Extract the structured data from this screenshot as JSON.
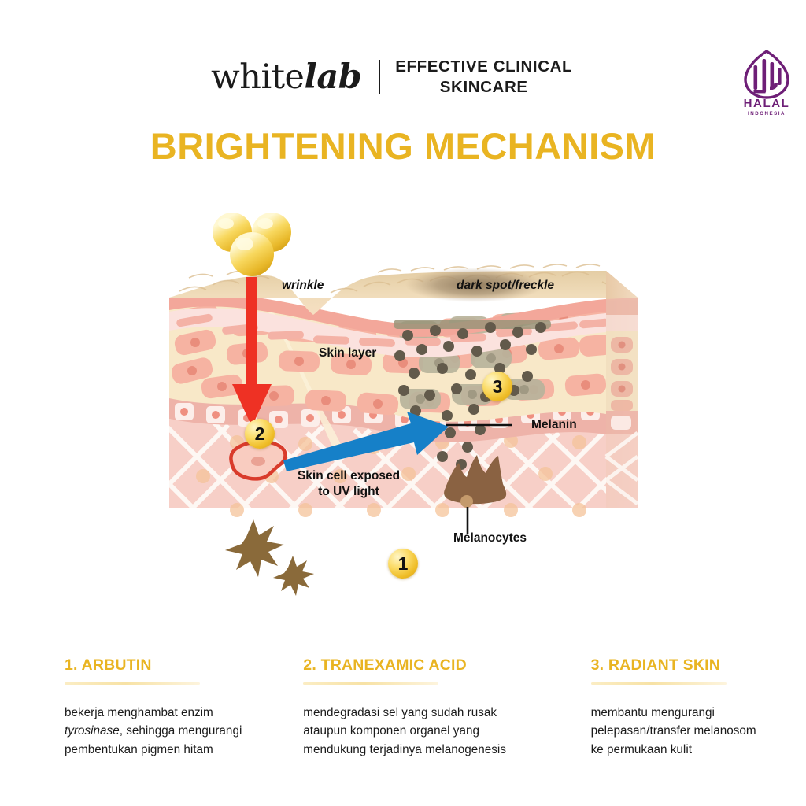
{
  "header": {
    "brand_white": "white",
    "brand_lab": "lab",
    "tagline": "EFFECTIVE CLINICAL\nSKINCARE",
    "halal": {
      "word": "HALAL",
      "sub": "INDONESIA",
      "color": "#6e1f77"
    }
  },
  "title": "BRIGHTENING MECHANISM",
  "colors": {
    "gold": "#E9B422",
    "red_arrow": "#EE3124",
    "blue_arrow": "#1680C8",
    "melanin_dot": "#6d6354",
    "melanocyte": "#8a6242",
    "dermis_pink": "#f6cdc4",
    "epidermis_cream": "#f7e7c6",
    "surface_tan": "#e9d3ad"
  },
  "diagram": {
    "labels": {
      "wrinkle": "wrinkle",
      "dark_spot": "dark spot/freckle",
      "skin_layer": "Skin layer",
      "melanin": "Melanin",
      "melanocytes": "Melanocytes",
      "uv_cell": "Skin cell exposed\nto UV light"
    },
    "badges": [
      {
        "number": "1"
      },
      {
        "number": "2"
      },
      {
        "number": "3"
      }
    ]
  },
  "sections": [
    {
      "title": "1. ARBUTIN",
      "body_pre": "bekerja menghambat enzim\n",
      "body_italic": "tyrosinase",
      "body_post": ", sehingga mengurangi\npembentukan pigmen hitam"
    },
    {
      "title": "2. TRANEXAMIC ACID",
      "body_pre": "mendegradasi sel yang sudah rusak\nataupun komponen organel yang\nmendukung terjadinya melanogenesis",
      "body_italic": "",
      "body_post": ""
    },
    {
      "title": "3. RADIANT SKIN",
      "body_pre": "membantu mengurangi\npelepasan/transfer melanosom\nke permukaan kulit",
      "body_italic": "",
      "body_post": ""
    }
  ]
}
